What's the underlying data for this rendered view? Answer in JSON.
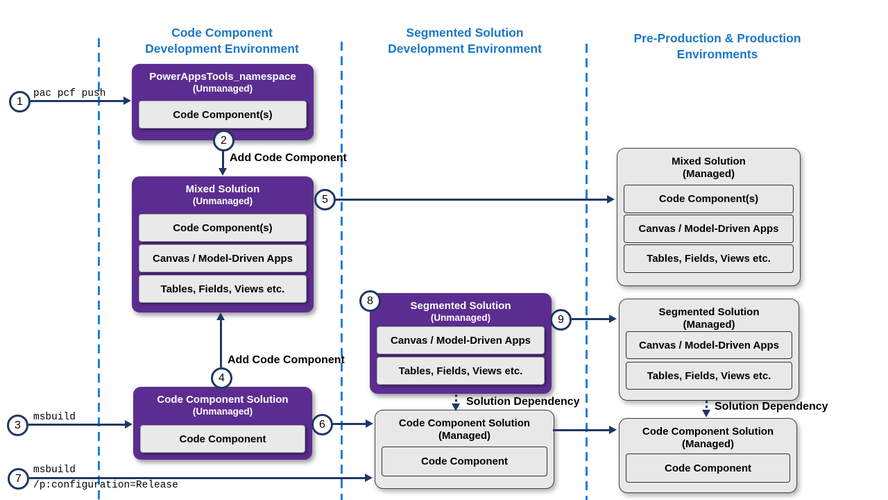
{
  "colors": {
    "purple": "#5C2D91",
    "navy": "#1F3864",
    "hdrblue": "#1B78C8",
    "dashblue": "#1E7FD8",
    "boxgray": "#E8E8E8"
  },
  "columns": [
    {
      "line1": "Code Component",
      "line2": "Development Environment"
    },
    {
      "line1": "Segmented Solution",
      "line2": "Development Environment"
    },
    {
      "line1": "Pre-Production & Production",
      "line2": "Environments"
    }
  ],
  "boxes": {
    "powerapps_namespace": {
      "title": "PowerAppsTools_namespace",
      "state": "(Unmanaged)",
      "items": [
        "Code Component(s)"
      ]
    },
    "mixed_unmanaged": {
      "title": "Mixed Solution",
      "state": "(Unmanaged)",
      "items": [
        "Code Component(s)",
        "Canvas / Model-Driven Apps",
        "Tables, Fields, Views etc."
      ]
    },
    "code_component_unmanaged": {
      "title": "Code Component Solution",
      "state": "(Unmanaged)",
      "items": [
        "Code Component"
      ]
    },
    "segmented_unmanaged": {
      "title": "Segmented Solution",
      "state": "(Unmanaged)",
      "items": [
        "Canvas / Model-Driven Apps",
        "Tables, Fields, Views etc."
      ]
    },
    "mixed_managed": {
      "title": "Mixed Solution",
      "state": "(Managed)",
      "items": [
        "Code Component(s)",
        "Canvas / Model-Driven Apps",
        "Tables, Fields, Views etc."
      ]
    },
    "segmented_managed": {
      "title": "Segmented Solution",
      "state": "(Managed)",
      "items": [
        "Canvas / Model-Driven Apps",
        "Tables, Fields, Views etc."
      ]
    },
    "code_component_managed_dev": {
      "title": "Code Component Solution",
      "state": "(Managed)",
      "items": [
        "Code Component"
      ]
    },
    "code_component_managed_prod": {
      "title": "Code Component Solution",
      "state": "(Managed)",
      "items": [
        "Code Component"
      ]
    }
  },
  "steps": [
    "1",
    "2",
    "3",
    "4",
    "5",
    "6",
    "7",
    "8",
    "9"
  ],
  "labels": {
    "pac_pcf_push": "pac pcf push",
    "add_code_component_top": "Add Code Component",
    "msbuild": "msbuild",
    "add_code_component_bottom": "Add Code Component",
    "msbuild_release_line1": "msbuild",
    "msbuild_release_line2": "/p:configuration=Release",
    "solution_dependency_dev": "Solution Dependency",
    "solution_dependency_prod": "Solution Dependency"
  }
}
